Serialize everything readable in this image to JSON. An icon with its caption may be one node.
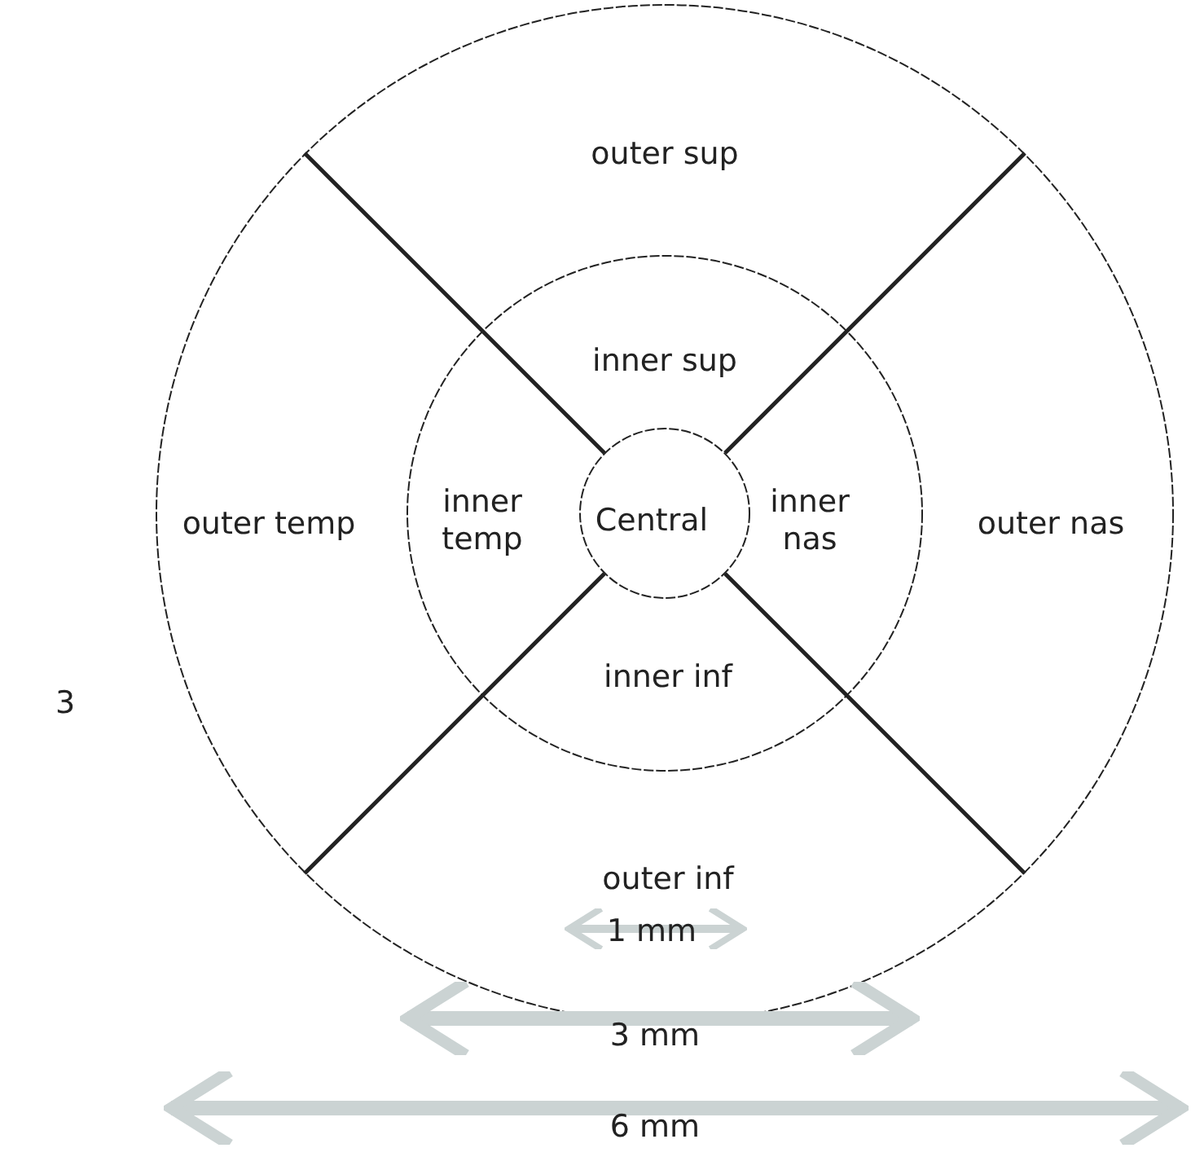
{
  "diagram": {
    "labels": [
      "outer sup",
      "inner sup",
      "outer temp",
      "inner temp",
      "Central",
      "inner nas",
      "outer nas",
      "3",
      "inner inf",
      "outer inf",
      "1 mm",
      "3 mm",
      "6 mm"
    ]
  }
}
